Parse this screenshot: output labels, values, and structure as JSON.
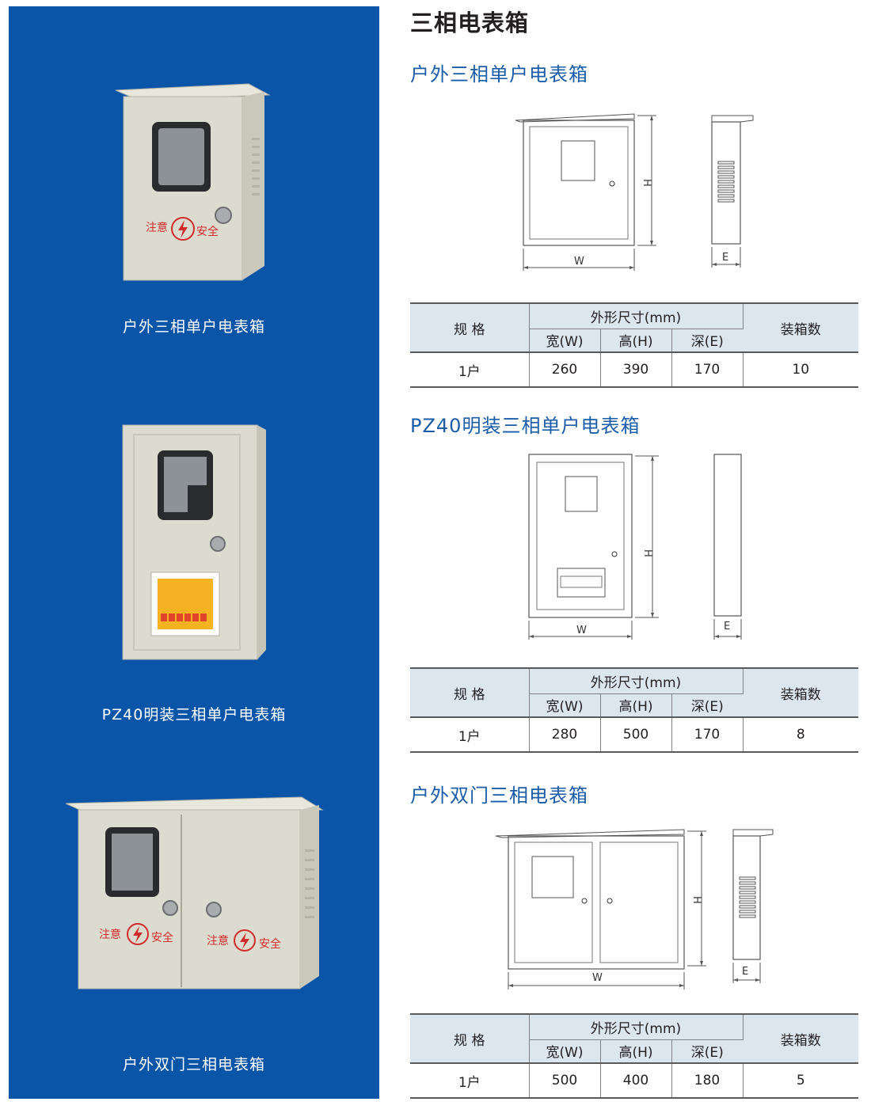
{
  "page_title": "三相电表箱",
  "colors": {
    "panel": "#0b55a8",
    "title_blue": "#1a5ca8",
    "table_header": "#dce6ee"
  },
  "sections": [
    {
      "name": "户外三相单户电表箱",
      "caption": "户外三相单户电表箱",
      "warning": {
        "left": "注意",
        "right": "安全"
      },
      "dims": {
        "w": "W",
        "h": "H",
        "e": "E"
      },
      "table": {
        "spec_label": "规 格",
        "size_label": "外形尺寸(mm)",
        "width_label": "宽(W)",
        "height_label": "高(H)",
        "depth_label": "深(E)",
        "count_label": "装箱数",
        "row": {
          "spec": "1户",
          "width": "260",
          "height": "390",
          "depth": "170",
          "count": "10"
        }
      }
    },
    {
      "name": "PZ40明装三相单户电表箱",
      "caption": "PZ40明装三相单户电表箱",
      "dims": {
        "w": "W",
        "h": "H",
        "e": "E"
      },
      "table": {
        "spec_label": "规 格",
        "size_label": "外形尺寸(mm)",
        "width_label": "宽(W)",
        "height_label": "高(H)",
        "depth_label": "深(E)",
        "count_label": "装箱数",
        "row": {
          "spec": "1户",
          "width": "280",
          "height": "500",
          "depth": "170",
          "count": "8"
        }
      }
    },
    {
      "name": "户外双门三相电表箱",
      "caption": "户外双门三相电表箱",
      "warning": {
        "left": "注意",
        "right": "安全"
      },
      "dims": {
        "w": "W",
        "h": "H",
        "e": "E"
      },
      "table": {
        "spec_label": "规 格",
        "size_label": "外形尺寸(mm)",
        "width_label": "宽(W)",
        "height_label": "高(H)",
        "depth_label": "深(E)",
        "count_label": "装箱数",
        "row": {
          "spec": "1户",
          "width": "500",
          "height": "400",
          "depth": "180",
          "count": "5"
        }
      }
    }
  ]
}
